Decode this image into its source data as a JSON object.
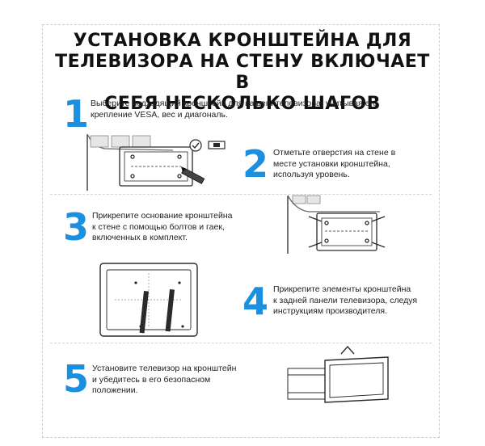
{
  "title": {
    "lines": [
      "УСТАНОВКА КРОНШТЕЙНА ДЛЯ",
      "ТЕЛЕВИЗОРА НА СТЕНУ ВКЛЮЧАЕТ В",
      "СЕБЯ НЕСКОЛЬКО ШАГОВ"
    ]
  },
  "steps": [
    {
      "number": "1",
      "lines": [
        "Выберите подходящий кронштейн для вашего телевизора, учитывая его",
        "крепление VESA, вес и диагональ."
      ]
    },
    {
      "number": "2",
      "lines": [
        "Отметьте отверстия на стене в",
        "месте установки кронштейна,",
        "используя уровень."
      ]
    },
    {
      "number": "3",
      "lines": [
        "Прикрепите основание кронштейна",
        "к стене с помощью болтов и гаек,",
        "включенных в комплект."
      ]
    },
    {
      "number": "4",
      "lines": [
        "Прикрепите элементы кронштейна",
        "к задней панели телевизора, следуя",
        "инструкциям производителя."
      ]
    },
    {
      "number": "5",
      "lines": [
        "Установите телевизор на кронштейн",
        "и убедитесь в его безопасном",
        "положении."
      ]
    }
  ],
  "colors": {
    "accent": "#1b8fe0",
    "text": "#222222",
    "line_art": "#2a2a2a"
  },
  "icons": [
    "checkmark-icon",
    "level-icon",
    "pencil-icon"
  ]
}
